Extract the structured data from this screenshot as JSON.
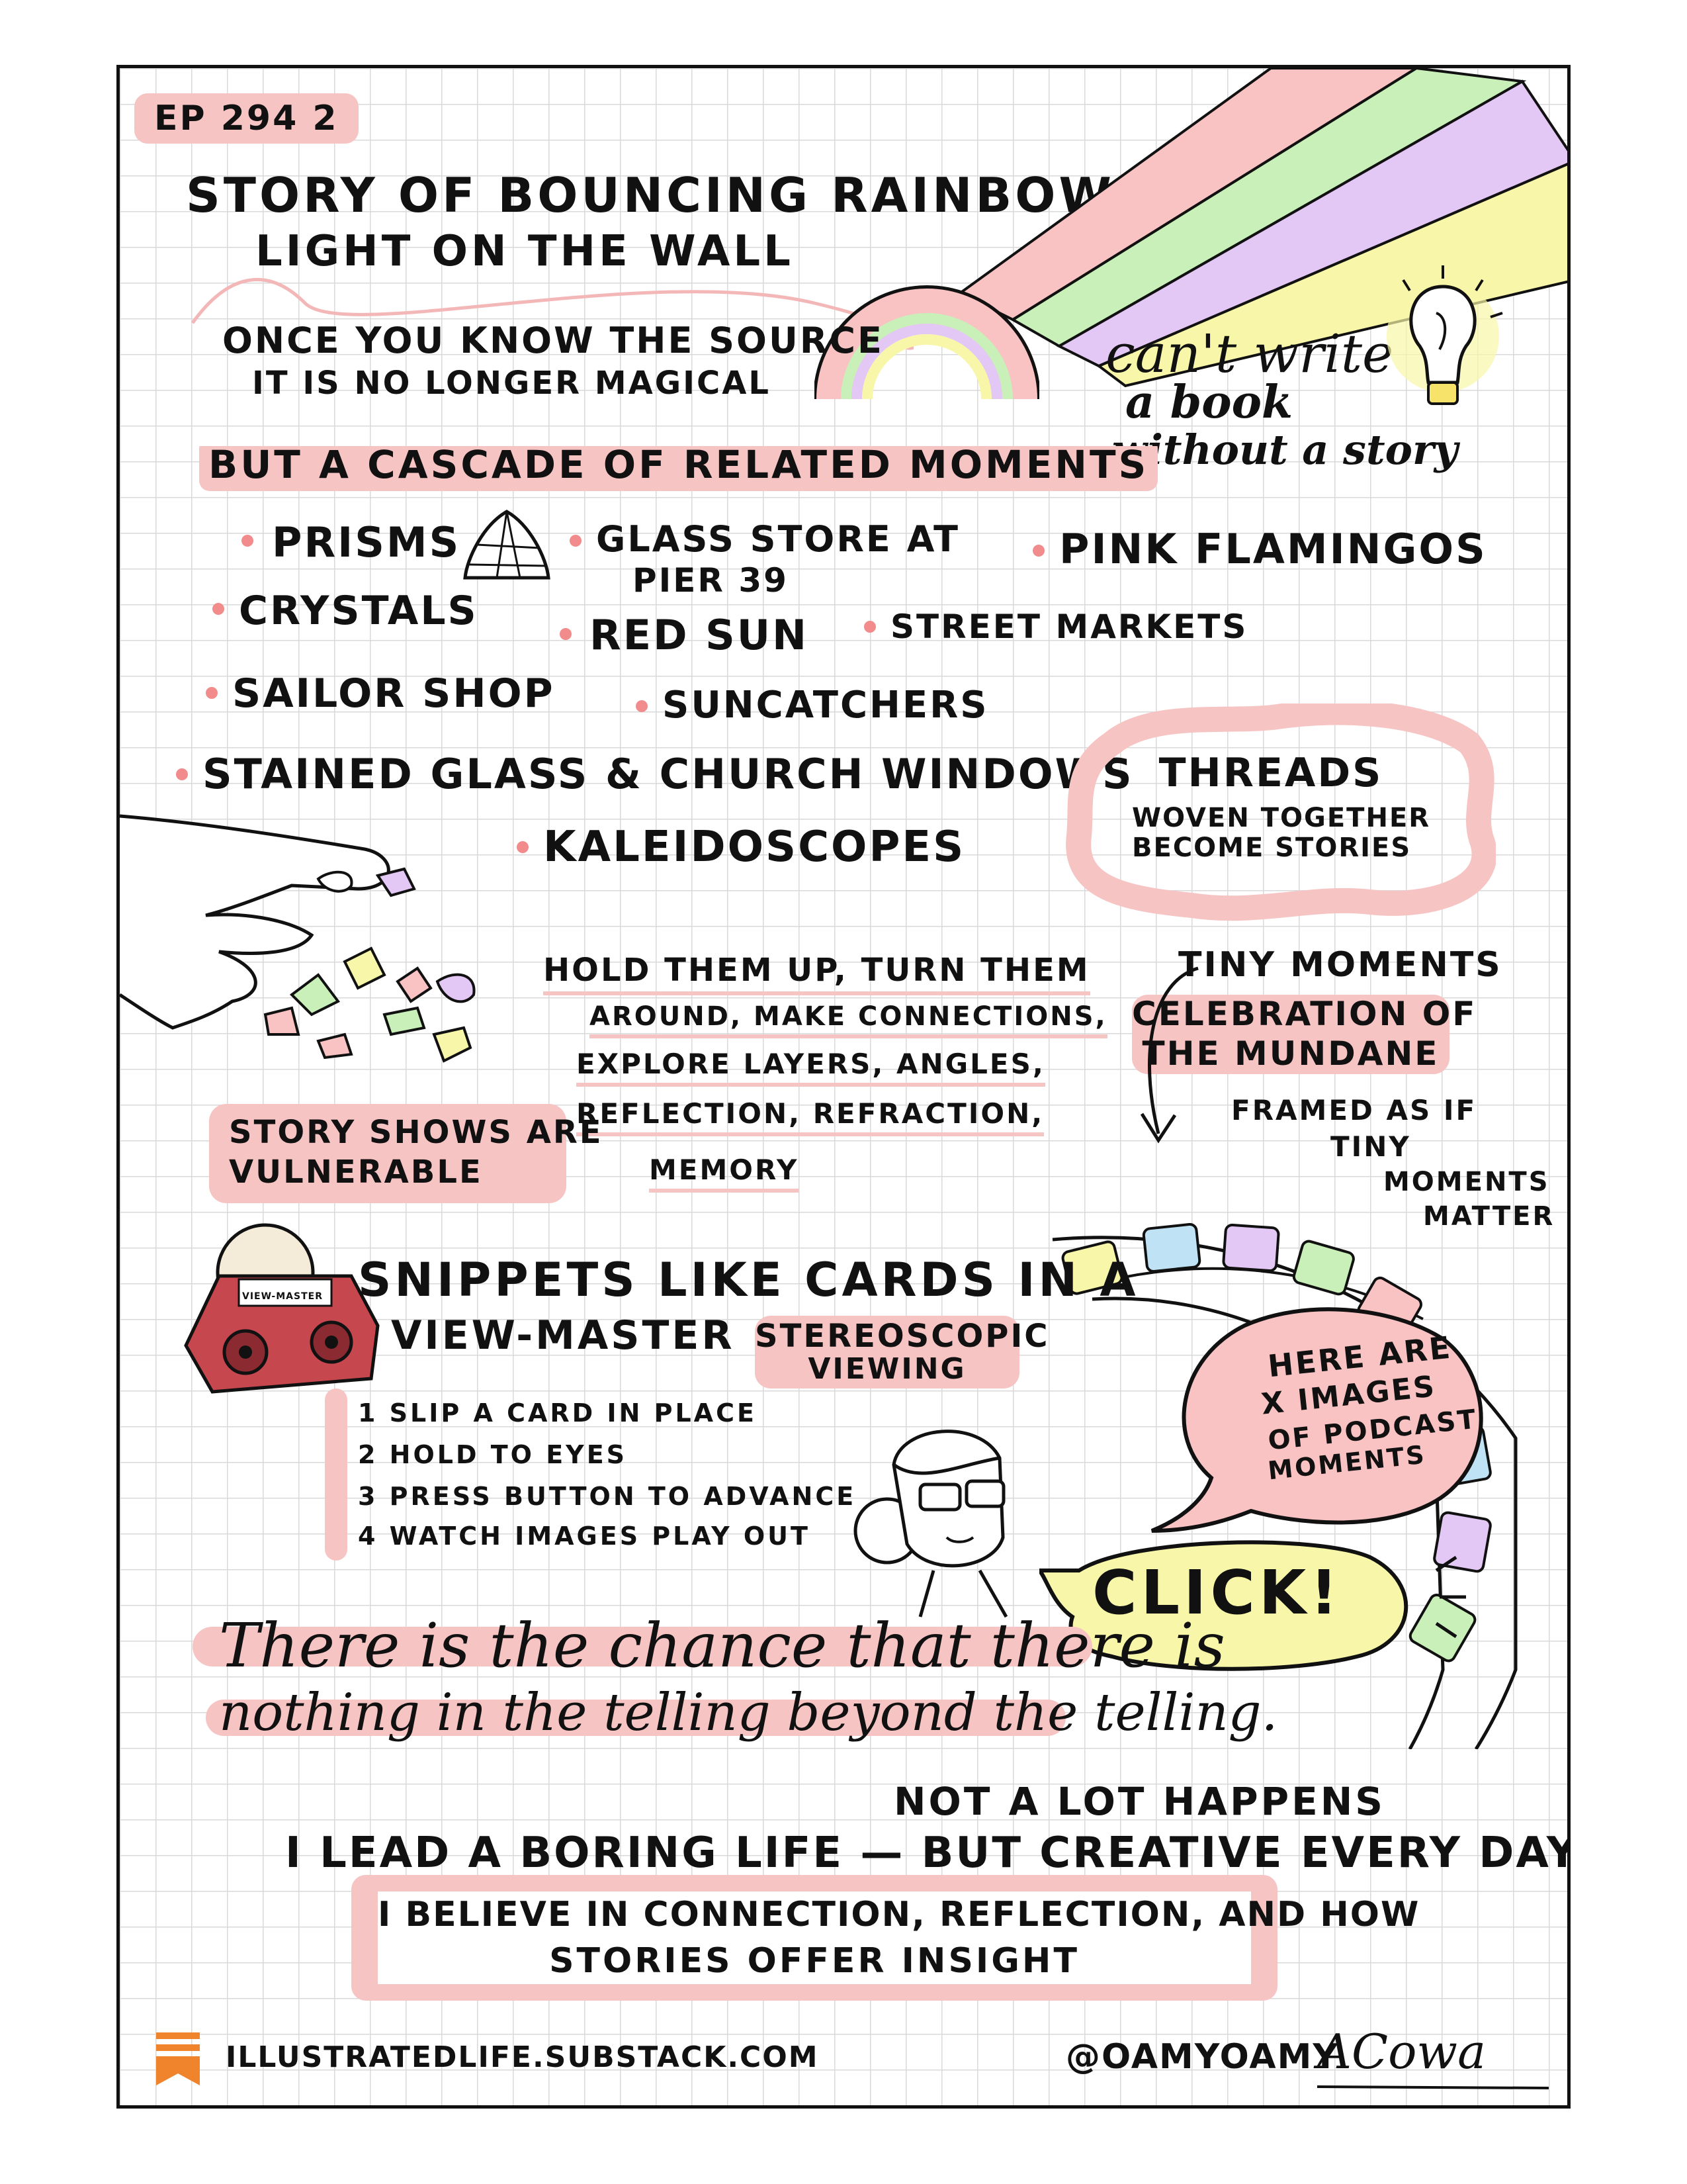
{
  "episode": "EP 294 2",
  "title": [
    "STORY OF BOUNCING RAINBOW",
    "LIGHT ON THE WALL"
  ],
  "intro": [
    "ONCE YOU KNOW THE SOURCE",
    "IT IS NO LONGER MAGICAL"
  ],
  "cascade": "BUT A CASCADE OF RELATED MOMENTS",
  "side_note": [
    "can't write",
    "a book",
    "without a story"
  ],
  "bullets": {
    "prisms": "PRISMS",
    "glass_store": [
      "GLASS STORE AT",
      "PIER 39"
    ],
    "pink_flamingos": "PINK FLAMINGOS",
    "crystals": "CRYSTALS",
    "red_sun": "RED SUN",
    "street_markets": "STREET MARKETS",
    "sailor_shop": "SAILOR SHOP",
    "suncatchers": "SUNCATCHERS",
    "stained_glass": "STAINED GLASS & CHURCH WINDOWS",
    "kaleidoscopes": "KALEIDOSCOPES"
  },
  "threads": {
    "title": "THREADS",
    "body": [
      "WOVEN TOGETHER",
      "BECOME STORIES"
    ]
  },
  "hold": [
    "HOLD THEM UP, TURN THEM",
    "AROUND, MAKE CONNECTIONS,",
    "EXPLORE LAYERS, ANGLES,",
    "REFLECTION, REFRACTION,",
    "MEMORY"
  ],
  "vulnerable": [
    "STORY SHOWS ARE",
    "VULNERABLE"
  ],
  "tiny": {
    "title": "TINY MOMENTS",
    "celebration": [
      "CELEBRATION OF",
      "THE MUNDANE"
    ],
    "framed": [
      "FRAMED AS IF",
      "TINY",
      "MOMENTS",
      "MATTER"
    ]
  },
  "snippets": [
    "SNIPPETS LIKE CARDS IN A",
    "VIEW-MASTER"
  ],
  "stereoscopic": [
    "STEREOSCOPIC",
    "VIEWING"
  ],
  "viewmaster_label": "VIEW-MASTER",
  "steps": [
    "1 SLIP A CARD IN PLACE",
    "2 HOLD TO EYES",
    "3 PRESS BUTTON TO ADVANCE",
    "4 WATCH IMAGES PLAY OUT"
  ],
  "speech": [
    "HERE ARE",
    "X IMAGES",
    "OF PODCAST",
    "MOMENTS"
  ],
  "click": "CLICK!",
  "quote": [
    "There is the chance that there is",
    "nothing in the telling beyond the telling."
  ],
  "not_a_lot": "NOT A LOT HAPPENS",
  "boring": "I LEAD A BORING LIFE — BUT CREATIVE EVERY DAY",
  "believe": [
    "I BELIEVE IN CONNECTION, REFLECTION, AND HOW",
    "STORIES OFFER INSIGHT"
  ],
  "footer": {
    "site": "ILLUSTRATEDLIFE.SUBSTACK.COM",
    "handle": "@OAMYOAMY",
    "signature": "ACowa"
  },
  "colors": {
    "pink": "#f7c4c4",
    "coral": "#f28b8b",
    "green": "#c9f0b8",
    "lavender": "#e3c8f5",
    "yellow": "#f8f6a8",
    "peach": "#f8c9c9",
    "accent": "#f0842c",
    "viewmaster": "#c7474f"
  }
}
